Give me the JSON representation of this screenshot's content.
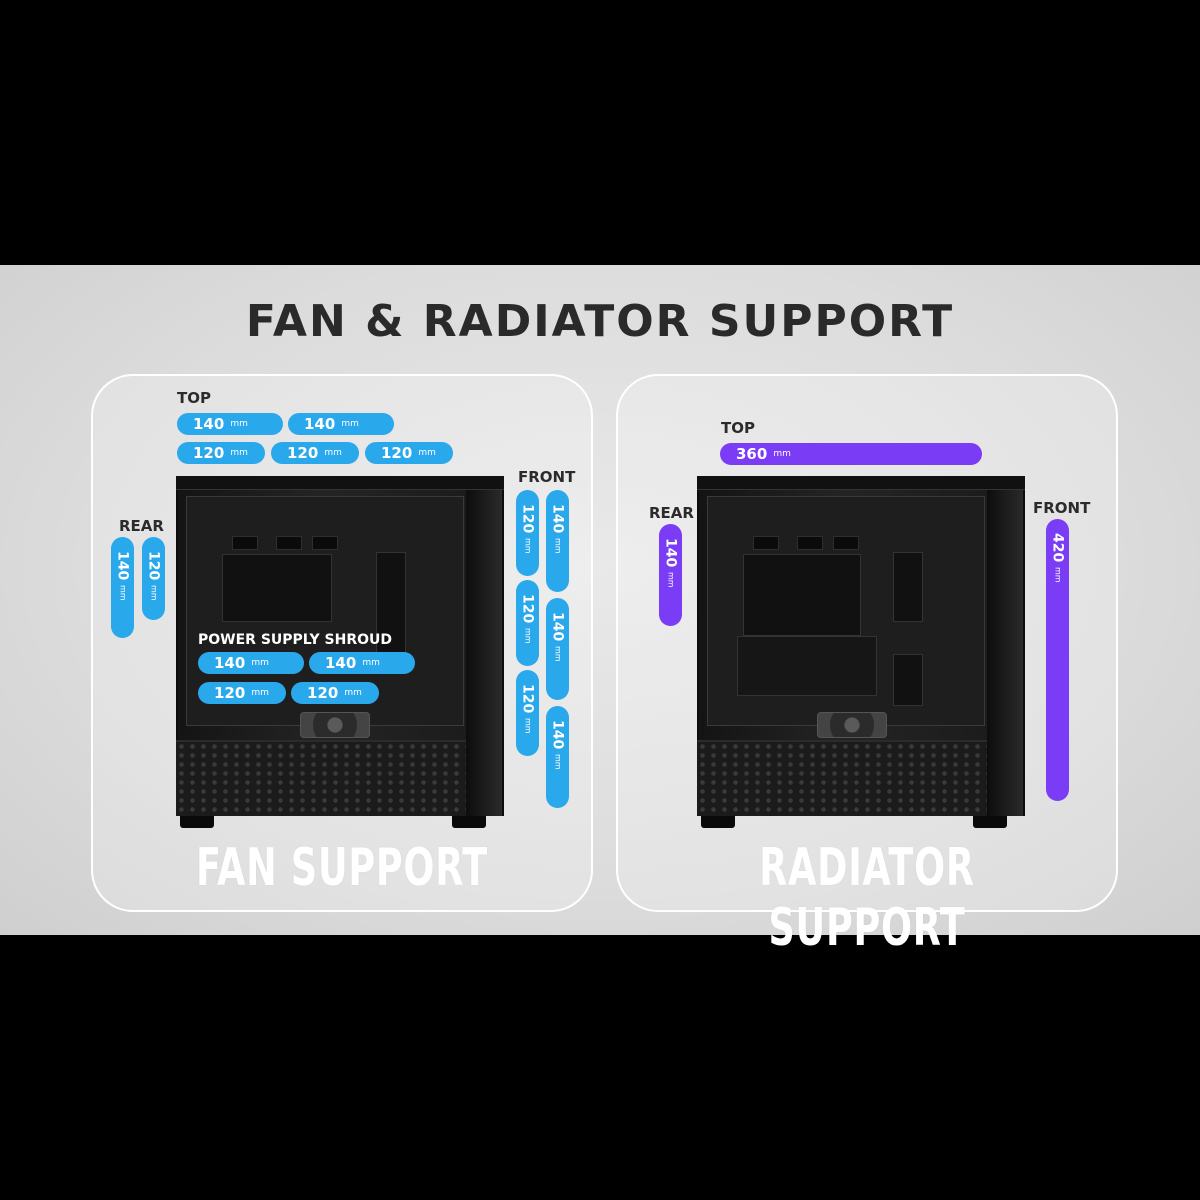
{
  "title": "FAN & RADIATOR SUPPORT",
  "colors": {
    "fan_pill": "#2aa8ec",
    "radiator_pill": "#7b3cf5",
    "band": "#dcdcdc",
    "outer": "#000000"
  },
  "fan_support": {
    "caption": "FAN SUPPORT",
    "top": {
      "label": "TOP",
      "row1": [
        "140",
        "140"
      ],
      "row2": [
        "120",
        "120",
        "120"
      ]
    },
    "rear": {
      "label": "REAR",
      "values": [
        "140",
        "120"
      ]
    },
    "front": {
      "label": "FRONT",
      "col_120": [
        "120",
        "120",
        "120"
      ],
      "col_140": [
        "140",
        "140",
        "140"
      ]
    },
    "psu_shroud": {
      "label": "POWER SUPPLY SHROUD",
      "row1": [
        "140",
        "140"
      ],
      "row2": [
        "120",
        "120"
      ]
    },
    "unit": "mm"
  },
  "radiator_support": {
    "caption": "RADIATOR SUPPORT",
    "top": {
      "label": "TOP",
      "value": "360"
    },
    "rear": {
      "label": "REAR",
      "value": "140"
    },
    "front": {
      "label": "FRONT",
      "value": "420"
    },
    "unit": "mm"
  }
}
